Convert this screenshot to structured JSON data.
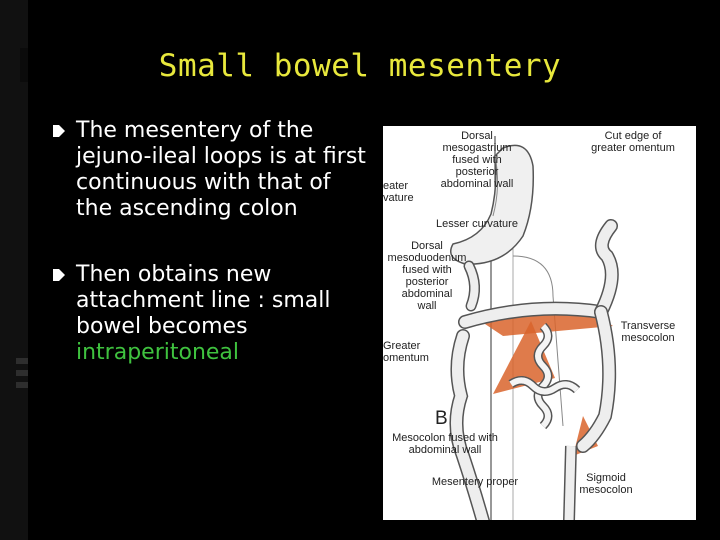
{
  "slide": {
    "title": "Small bowel mesentery",
    "bullets": [
      {
        "text": "The mesentery of the jejuno-ileal loops is at first continuous with that of the ascending colon"
      },
      {
        "text": "Then obtains new attachment line : small bowel becomes ",
        "highlight": "intraperitoneal"
      }
    ],
    "colors": {
      "background": "#000000",
      "title": "#e8e83c",
      "text": "#ffffff",
      "highlight": "#3fc23f",
      "mesentery": "#d9642c"
    }
  },
  "figure": {
    "labels": {
      "dorsal_mesogastrium": "Dorsal mesogastrium\nfused with\nposterior\nabdominal wall",
      "cut_edge": "Cut edge of\ngreater omentum",
      "greater_curvature": "eater\nvature",
      "lesser_curvature": "Lesser curvature",
      "dorsal_mesoduodenum": "Dorsal\nmesoduodenum\nfused with\nposterior\nabdominal\nwall",
      "transverse_mesocolon": "Transverse\nmesocolon",
      "greater_omentum": "Greater\nomentum",
      "panel_letter": "B",
      "mesocolon_fused": "Mesocolon fused with\nabdominal wall",
      "sigmoid_mesocolon": "Sigmoid\nmesocolon",
      "mesentery_proper": "Mesentery proper"
    }
  }
}
